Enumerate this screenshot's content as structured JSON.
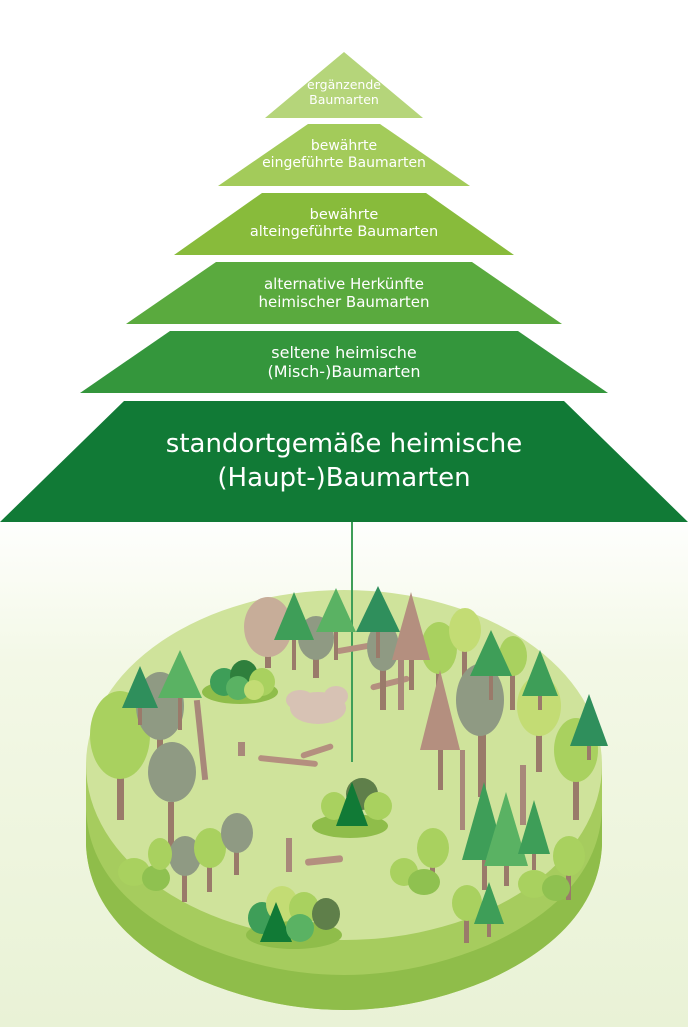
{
  "pyramid": {
    "tiers": [
      {
        "line1": "ergänzende",
        "line2": "Baumarten",
        "color": "#b5d57a"
      },
      {
        "line1": "bewährte",
        "line2": "eingeführte Baumarten",
        "color": "#a3cb5a"
      },
      {
        "line1": "bewährte",
        "line2": "alteingeführte Baumarten",
        "color": "#88bb3b"
      },
      {
        "line1": "alternative Herkünfte",
        "line2": "heimischer Baumarten",
        "color": "#5aaa3e"
      },
      {
        "line1": "seltene heimische",
        "line2": "(Misch-)Baumarten",
        "color": "#34963c"
      },
      {
        "line1": "standortgemäße heimische",
        "line2": "(Haupt-)Baumarten",
        "color": "#117a36"
      }
    ]
  },
  "illustration": {
    "subject": "forest-island",
    "colors": {
      "ground_top": "#cfe39b",
      "ground_side": "#a6cc5e",
      "ground_bottom": "#8fbd4a",
      "trunk": "#9a7a6a",
      "conifer": "#3e9e58",
      "deciduous_light": "#a9d15f",
      "deciduous_grey": "#8f9a83",
      "deciduous_brown": "#c7ad99"
    }
  }
}
